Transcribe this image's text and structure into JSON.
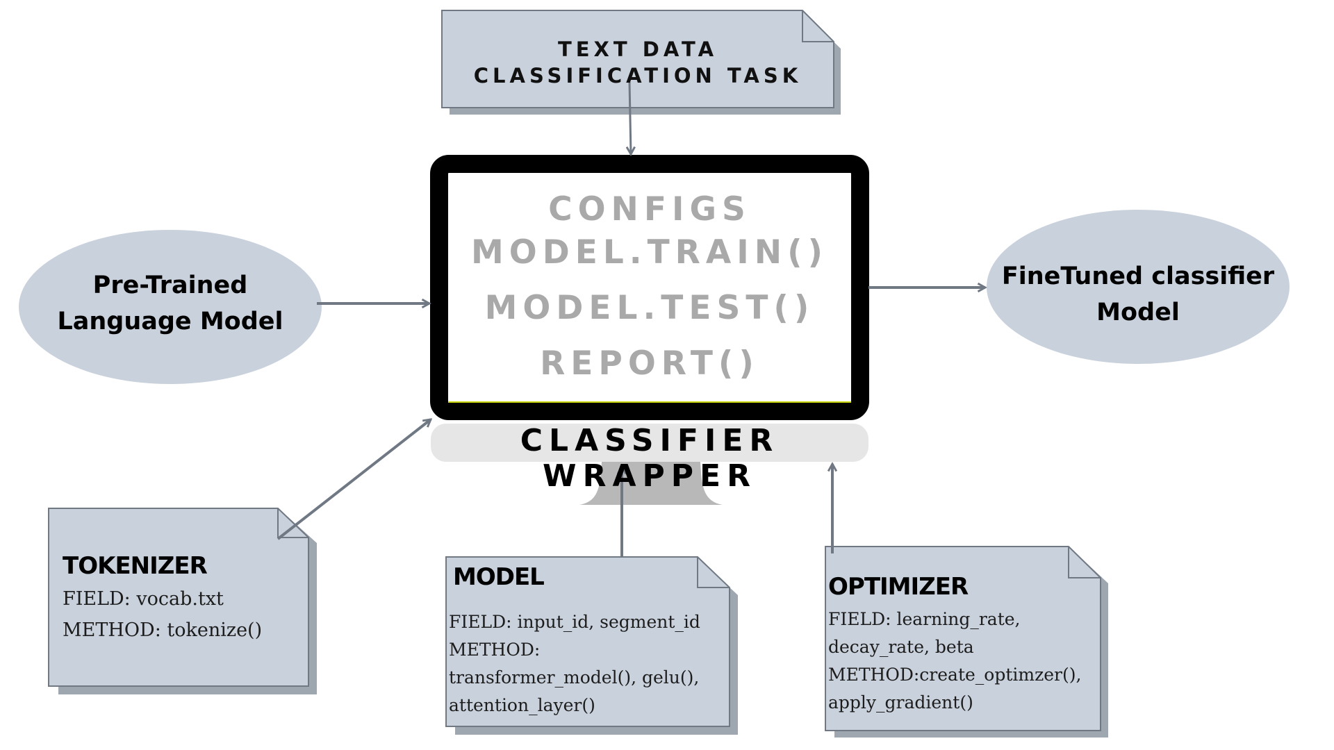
{
  "top_note": {
    "line1": "TEXT DATA",
    "line2": "CLASSIFICATION TASK"
  },
  "screen": {
    "lines": [
      "CONFIGS",
      "MODEL.TRAIN()",
      "MODEL.TEST()",
      "REPORT()"
    ],
    "caption": "CLASSIFIER WRAPPER"
  },
  "left_ellipse": {
    "line1": "Pre-Trained",
    "line2": "Language Model"
  },
  "right_ellipse": {
    "line1": "FineTuned classifier",
    "line2": "Model"
  },
  "tokenizer": {
    "title": "TOKENIZER",
    "lines": [
      "FIELD: vocab.txt",
      "METHOD: tokenize()"
    ]
  },
  "model": {
    "title": "MODEL",
    "lines": [
      "FIELD: input_id, segment_id",
      "METHOD:",
      "transformer_model(), gelu(),",
      "attention_layer()"
    ]
  },
  "optimizer": {
    "title": "OPTIMIZER",
    "lines": [
      "FIELD: learning_rate,",
      "decay_rate, beta",
      "METHOD:create_optimzer(),",
      "apply_gradient()"
    ]
  },
  "colors": {
    "note_fill": "#c9d1dc",
    "note_shadow": "#9ea6b0",
    "ellipse_fill": "#c9d1dc",
    "arrow": "#6f7883",
    "screen_text": "#a9a9a9",
    "monitor_frame": "#000000",
    "stand": "#b8b8b8"
  }
}
